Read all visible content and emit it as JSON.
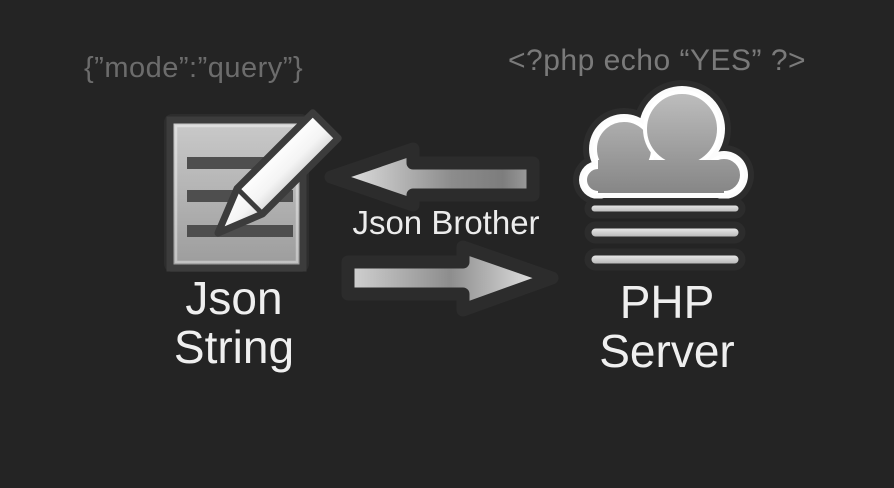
{
  "diagram": {
    "client_annotation": "{”mode”:”query”}",
    "server_annotation": "<?php echo “YES” ?>",
    "link_label": "Json Brother",
    "client": {
      "line1": "Json",
      "line2": "String"
    },
    "server": {
      "line1": "PHP",
      "line2": "Server"
    },
    "icons": {
      "client": "document-edit-icon",
      "server": "cloud-server-icon",
      "response": "arrow-left-icon",
      "request": "arrow-right-icon"
    }
  },
  "colors": {
    "background": "#242424",
    "annotation_text_client": "#6c6c6c",
    "annotation_text_server": "#7a7a7a",
    "label_text": "#efefef",
    "link_label_text": "#ececec",
    "dark_outline": "#2c2c2c",
    "icon_light_gray": "#cccccc",
    "icon_dark_gray": "#8a8a8a",
    "pencil_white": "#ffffff"
  }
}
